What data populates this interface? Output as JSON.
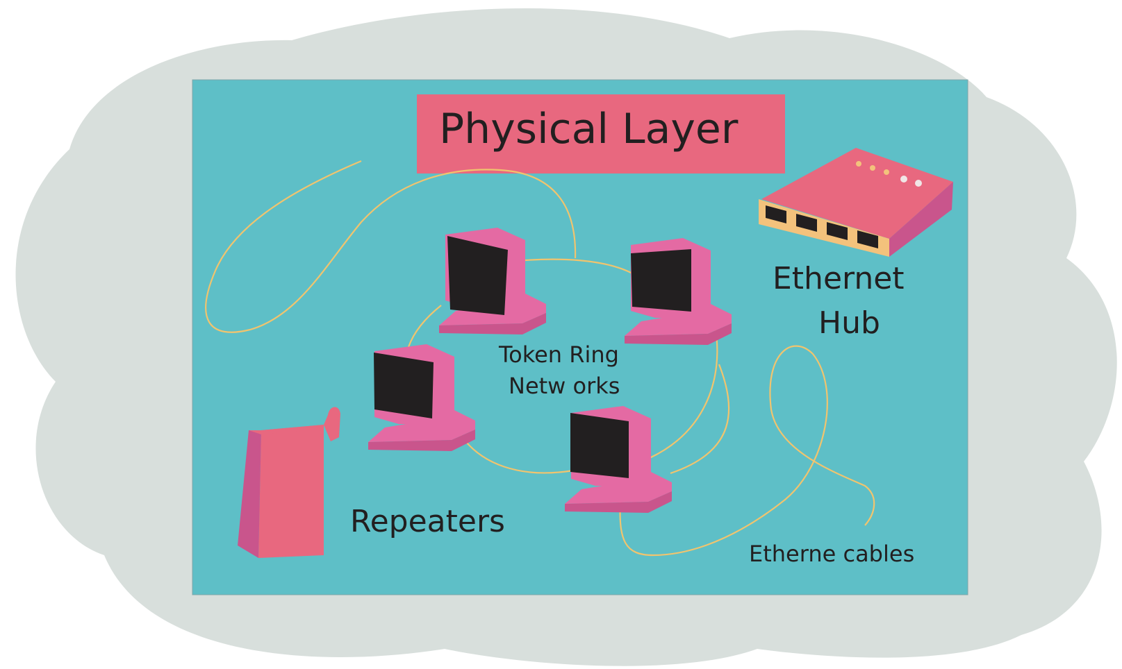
{
  "colors": {
    "cloud": "#d8dfdc",
    "panel": "#5ebfc7",
    "panel_border": "#7fa5a8",
    "title_box": "#e8687f",
    "computer_pink": "#e46aa3",
    "computer_pink_dark": "#c9558c",
    "screen": "#221f20",
    "cable": "#f1c46e",
    "hub_body": "#e8687f",
    "hub_ports_panel": "#f3c27c",
    "repeater": "#e8687f",
    "text": "#221f20"
  },
  "diagram": {
    "title": "Physical Layer",
    "labels": {
      "ethernet_hub": [
        "Ethernet",
        "Hub"
      ],
      "token_ring": [
        "Token Ring",
        "Netw orks"
      ],
      "repeaters": "Repeaters",
      "ethernet_cables": "Etherne cables"
    }
  },
  "icons": {
    "computers": [
      "desktop-computer-icon",
      "desktop-computer-icon",
      "desktop-computer-icon",
      "desktop-computer-icon"
    ],
    "hub": "ethernet-hub-icon",
    "repeater": "repeater-icon",
    "cable": "ethernet-cable-icon"
  }
}
